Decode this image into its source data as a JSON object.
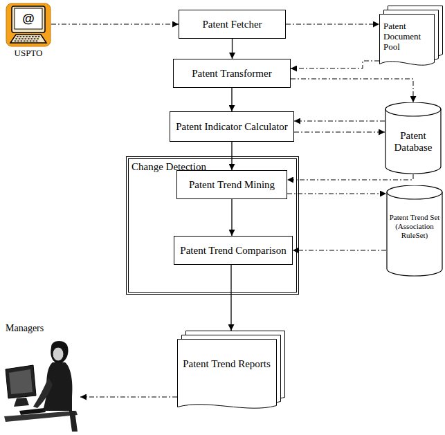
{
  "diagram": {
    "nodes": [
      {
        "text": [
          "@",
          "USPTO"
        ]
      },
      {
        "text": [
          "Patent Fetcher"
        ]
      },
      {
        "text": [
          "Patent Document Pool"
        ]
      },
      {
        "text": [
          "Patent Transformer"
        ]
      },
      {
        "text": [
          "Patent Database"
        ]
      },
      {
        "text": [
          "Patent Indicator Calculator"
        ]
      },
      {
        "text": [
          "Change Detection"
        ]
      },
      {
        "text": [
          "Patent Trend Mining"
        ],
        "in": 6
      },
      {
        "text": [
          "Patent Trend Set (Association RuleSet)"
        ]
      },
      {
        "text": [
          "Patent Trend Comparison"
        ],
        "in": 6
      },
      {
        "text": [
          "Managers"
        ]
      },
      {
        "text": [
          "Patent Trend Reports"
        ]
      }
    ],
    "edges": [
      {
        "from": 0,
        "to": 1,
        "arrow": "to"
      },
      {
        "from": 1,
        "to": 2,
        "arrow": "to"
      },
      {
        "from": 1,
        "to": 3,
        "arrow": "to"
      },
      {
        "from": 2,
        "to": 3,
        "arrow": "to"
      },
      {
        "from": 3,
        "to": 4,
        "arrow": "to"
      },
      {
        "from": 3,
        "to": 5,
        "arrow": "to"
      },
      {
        "from": 4,
        "to": 5,
        "arrow": "to"
      },
      {
        "from": 5,
        "to": 4,
        "arrow": "to"
      },
      {
        "from": 5,
        "to": 7,
        "arrow": "to"
      },
      {
        "from": 4,
        "to": 7,
        "arrow": "to"
      },
      {
        "from": 7,
        "to": 8,
        "arrow": "to"
      },
      {
        "from": 7,
        "to": 9,
        "arrow": "to"
      },
      {
        "from": 8,
        "to": 9,
        "arrow": "to"
      },
      {
        "from": 9,
        "to": 11,
        "arrow": "to"
      },
      {
        "from": 11,
        "to": 10,
        "arrow": "to"
      }
    ]
  }
}
